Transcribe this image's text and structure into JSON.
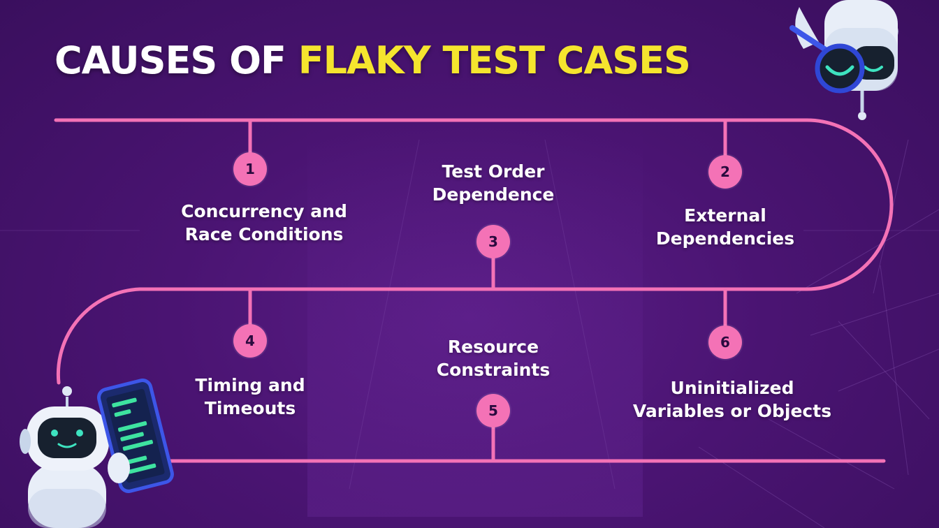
{
  "title": {
    "part1": "CAUSES OF ",
    "part2": "FLAKY TEST CASES"
  },
  "colors": {
    "background": "#4a1472",
    "line": "#f472b6",
    "node": "#f472b6",
    "title_white": "#ffffff",
    "title_yellow": "#f5e52e"
  },
  "steps": [
    {
      "number": "1",
      "line1": "Concurrency and",
      "line2": "Race Conditions"
    },
    {
      "number": "2",
      "line1": "External",
      "line2": "Dependencies"
    },
    {
      "number": "3",
      "line1": "Test Order",
      "line2": "Dependence"
    },
    {
      "number": "4",
      "line1": "Timing and",
      "line2": "Timeouts"
    },
    {
      "number": "5",
      "line1": "Resource",
      "line2": "Constraints"
    },
    {
      "number": "6",
      "line1": "Uninitialized",
      "line2": "Variables or Objects"
    }
  ],
  "icons": {
    "top_robot": "robot-with-magnifier-icon",
    "bottom_robot": "robot-with-tablet-icon"
  }
}
